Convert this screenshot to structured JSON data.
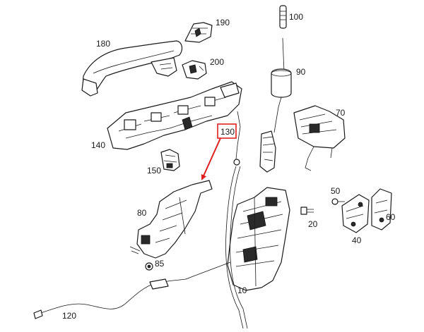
{
  "callouts": {
    "c10": "10",
    "c20": "20",
    "c40": "40",
    "c50": "50",
    "c60": "60",
    "c70": "70",
    "c80": "80",
    "c85": "85",
    "c90": "90",
    "c100": "100",
    "c120": "120",
    "c130": "130",
    "c140": "140",
    "c150": "150",
    "c180": "180",
    "c190": "190",
    "c200": "200"
  },
  "highlight": {
    "callout": "130",
    "color": "#e02020"
  }
}
